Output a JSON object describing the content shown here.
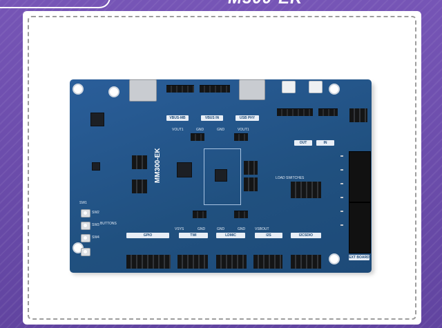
{
  "page": {
    "heading_partial": "M300-EK",
    "background_color": "#6a49a8",
    "card_color": "#ffffff"
  },
  "board": {
    "name": "MM300-EK",
    "color": "#20507f",
    "silkscreen": {
      "top_labels": [
        "VBUS-MB",
        "VBUS IN",
        "USB PHY"
      ],
      "mid_labels": [
        "VOUT1",
        "GND",
        "GND",
        "VOUT1"
      ],
      "header_labels": [
        "GPIO",
        "TWI",
        "LDMIC",
        "I2S",
        "I2CSDIO"
      ],
      "bottom_labels": [
        "VSYS",
        "GND",
        "GND",
        "GND",
        "VSBOUT"
      ],
      "right_labels": [
        "LOAD SWITCHES",
        "OUT",
        "IN",
        "EXT BOARD"
      ],
      "left_labels": [
        "SW1",
        "SW2",
        "SW3",
        "SW4",
        "BUTTONS"
      ]
    }
  },
  "icons": [
    "usb-c-connector",
    "pin-header",
    "push-button",
    "mounting-hole",
    "chip"
  ]
}
